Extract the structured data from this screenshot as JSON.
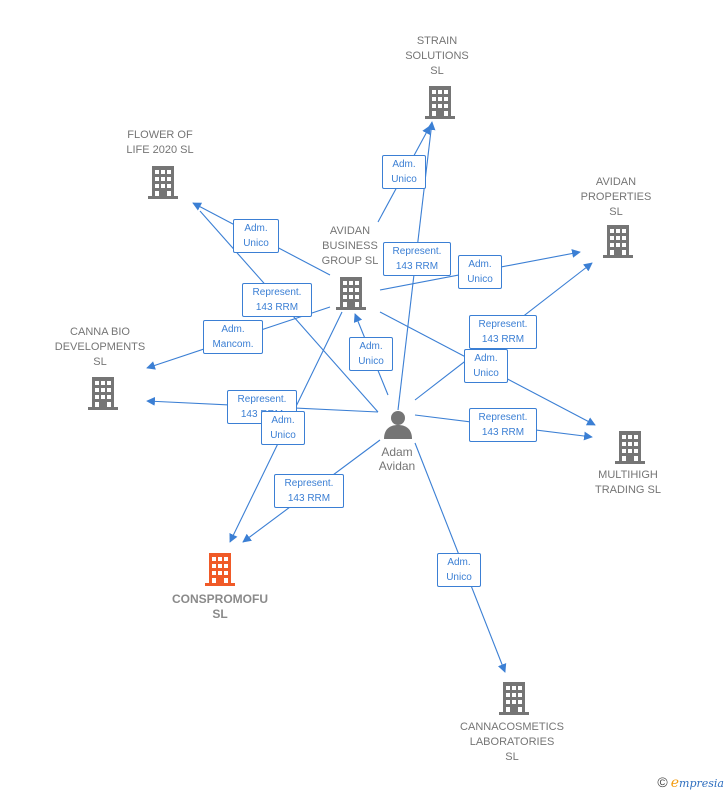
{
  "companies": {
    "strain": "STRAIN\nSOLUTIONS\nSL",
    "flower": "FLOWER OF\nLIFE 2020  SL",
    "avidan_props": "AVIDAN\nPROPERTIES\nSL",
    "avidan_business": "AVIDAN\nBUSINESS\nGROUP  SL",
    "canna_bio": "CANNA BIO\nDEVELOPMENTS\nSL",
    "multihigh": "MULTIHIGH\nTRADING  SL",
    "conspromofu": "CONSPROMOFU\nSL",
    "cannacosmetics": "CANNACOSMETICS\nLABORATORIES\nSL"
  },
  "person": {
    "name": "Adam\nAvidan"
  },
  "edge_labels": {
    "l1": "Adm.\nUnico",
    "l2": "Adm.\nUnico",
    "l3": "Represent.\n143 RRM",
    "l4": "Adm.\nUnico",
    "l5": "Represent.\n143 RRM",
    "l6": "Adm.\nMancom.",
    "l7": "Adm.\nUnico",
    "l8": "Represent.\n143 RRM",
    "l9": "Adm.\nUnico",
    "l10": "Represent.\n143 RRM",
    "l11": "Adm.\nUnico",
    "l12": "Represent.\n143 RRM",
    "l13": "Represent.\n143 RRM",
    "l14": "Adm.\nUnico"
  },
  "colors": {
    "edge": "#3b7fd4",
    "building": "#757575",
    "focus_building": "#f05a28"
  },
  "footer": {
    "copyright": "©",
    "brand_initial": "e",
    "brand_rest": "mpresia"
  }
}
